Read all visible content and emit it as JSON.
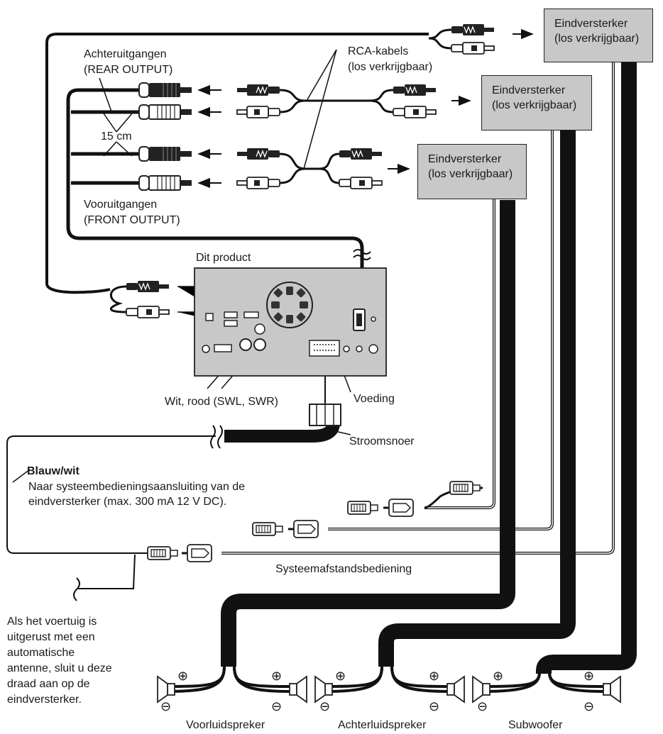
{
  "amplifiers": [
    {
      "line1": "Eindversterker",
      "line2": "(los verkrijgbaar)"
    },
    {
      "line1": "Eindversterker",
      "line2": "(los verkrijgbaar)"
    },
    {
      "line1": "Eindversterker",
      "line2": "(los verkrijgbaar)"
    }
  ],
  "labels": {
    "rear_output_1": "Achteruitgangen",
    "rear_output_2": "(REAR OUTPUT)",
    "rca_1": "RCA-kabels",
    "rca_2": "(los verkrijgbaar)",
    "length": "15 cm",
    "front_output_1": "Vooruitgangen",
    "front_output_2": "(FRONT OUTPUT)",
    "product": "Dit product",
    "subwoofer_jacks": "Wit, rood (SWL, SWR)",
    "power": "Voeding",
    "power_cord": "Stroomsnoer",
    "blue_white": "Blauw/wit",
    "blue_white_desc_1": "Naar systeembedieningsaansluiting van de",
    "blue_white_desc_2": "eindversterker (max. 300 mA 12 V DC).",
    "remote": "Systeemafstandsbediening",
    "antenna_1": "Als het voertuig is",
    "antenna_2": "uitgerust met een",
    "antenna_3": "automatische",
    "antenna_4": "antenne, sluit u deze",
    "antenna_5": "draad aan op de",
    "antenna_6": "eindversterker.",
    "front_speaker": "Voorluidspreker",
    "rear_speaker": "Achterluidspreker",
    "subwoofer": "Subwoofer",
    "plus": "⊕",
    "minus": "⊖"
  }
}
